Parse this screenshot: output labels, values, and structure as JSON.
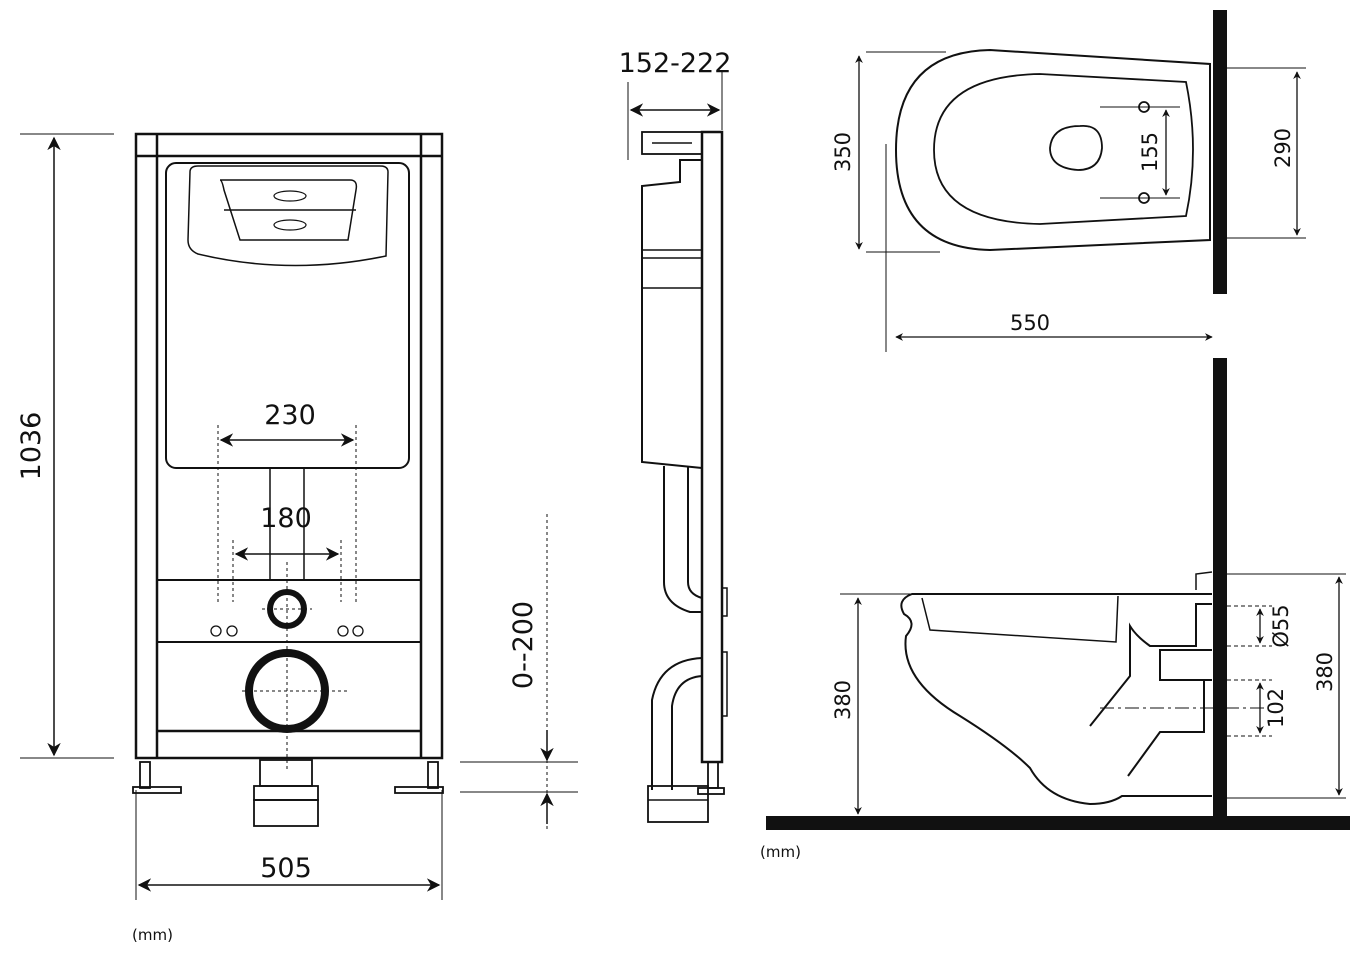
{
  "front_view": {
    "height_label": "1036",
    "width_label": "505",
    "flush_plate_width_label": "230",
    "bolt_spacing_label": "180",
    "adjust_label": "0--200",
    "unit_label": "(mm)"
  },
  "side_view": {
    "depth_label": "152-222"
  },
  "top_view": {
    "bowl_width_label": "350",
    "mount_hole_spacing_label": "155",
    "wall_plate_width_label": "290",
    "projection_label": "550"
  },
  "profile_view": {
    "rim_height_label": "380",
    "water_inlet_label": "Ø55",
    "outlet_label": "102",
    "outlet_height_label": "380",
    "unit_label": "(mm)"
  },
  "colors": {
    "line": "#111111",
    "background": "#ffffff"
  }
}
